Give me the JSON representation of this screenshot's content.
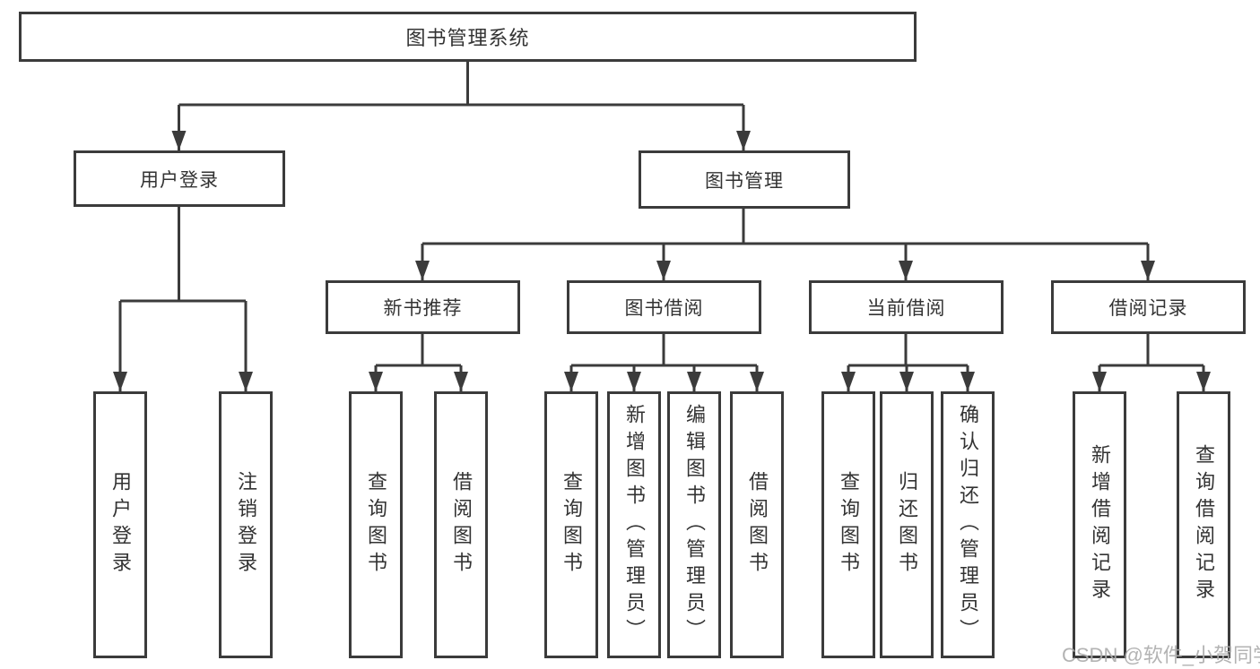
{
  "tree": {
    "root": "图书管理系统",
    "user_login": {
      "label": "用户登录",
      "children": [
        "用户登录",
        "注销登录"
      ]
    },
    "book_mgmt": {
      "label": "图书管理",
      "groups": [
        {
          "label": "新书推荐",
          "children": [
            "查询图书",
            "借阅图书"
          ]
        },
        {
          "label": "图书借阅",
          "children": [
            "查询图书",
            "新增图书（管理员）",
            "编辑图书（管理员）",
            "借阅图书"
          ]
        },
        {
          "label": "当前借阅",
          "children": [
            "查询图书",
            "归还图书",
            "确认归还（管理员）"
          ]
        },
        {
          "label": "借阅记录",
          "children": [
            "新增借阅记录",
            "查询借阅记录"
          ]
        }
      ]
    }
  },
  "watermark": "CSDN @软件_小贺同学",
  "colors": {
    "line": "#3b3b3b",
    "text": "#333333",
    "watermark": "#acacac",
    "background": "#ffffff"
  }
}
